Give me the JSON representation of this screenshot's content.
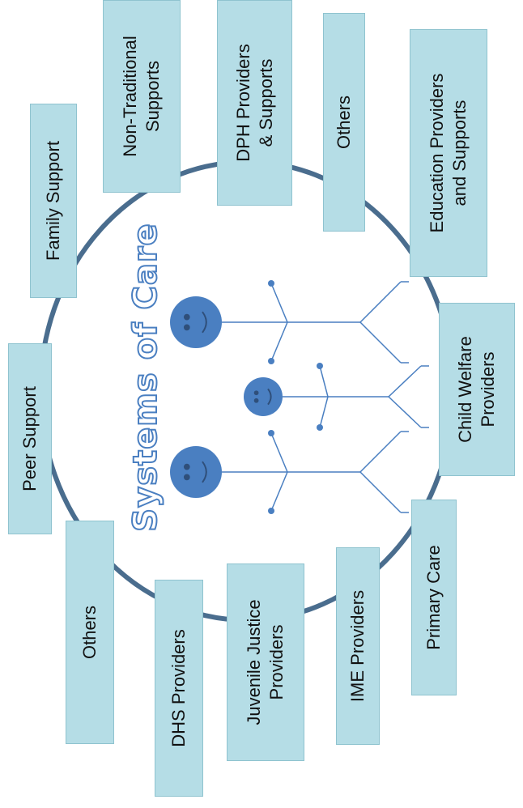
{
  "diagram": {
    "title": "Systems of Care",
    "colors": {
      "circle": "#4a6d8e",
      "box_fill": "#b5dde6",
      "box_border": "#8fc3cf",
      "face": "#4a7fc1",
      "stick": "#4a7fc1",
      "title_outline": "#4a7fc1"
    },
    "boxes": [
      {
        "id": "peer-support",
        "label": "Peer Support"
      },
      {
        "id": "family-support",
        "label": "Family Support"
      },
      {
        "id": "non-traditional-supports",
        "label": "Non-Traditional\nSupports"
      },
      {
        "id": "dph-providers",
        "label": "DPH Providers\n& Supports"
      },
      {
        "id": "others-top",
        "label": "Others"
      },
      {
        "id": "education-providers",
        "label": "Education Providers\nand Supports"
      },
      {
        "id": "child-welfare",
        "label": "Child Welfare\nProviders"
      },
      {
        "id": "primary-care",
        "label": "Primary Care"
      },
      {
        "id": "ime-providers",
        "label": "IME Providers"
      },
      {
        "id": "juvenile-justice",
        "label": "Juvenile Justice\nProviders"
      },
      {
        "id": "dhs-providers",
        "label": "DHS Providers"
      },
      {
        "id": "others-bottom",
        "label": "Others"
      }
    ],
    "figures": [
      {
        "id": "figure-left",
        "role": "adult"
      },
      {
        "id": "figure-middle",
        "role": "child"
      },
      {
        "id": "figure-right",
        "role": "adult"
      }
    ]
  }
}
